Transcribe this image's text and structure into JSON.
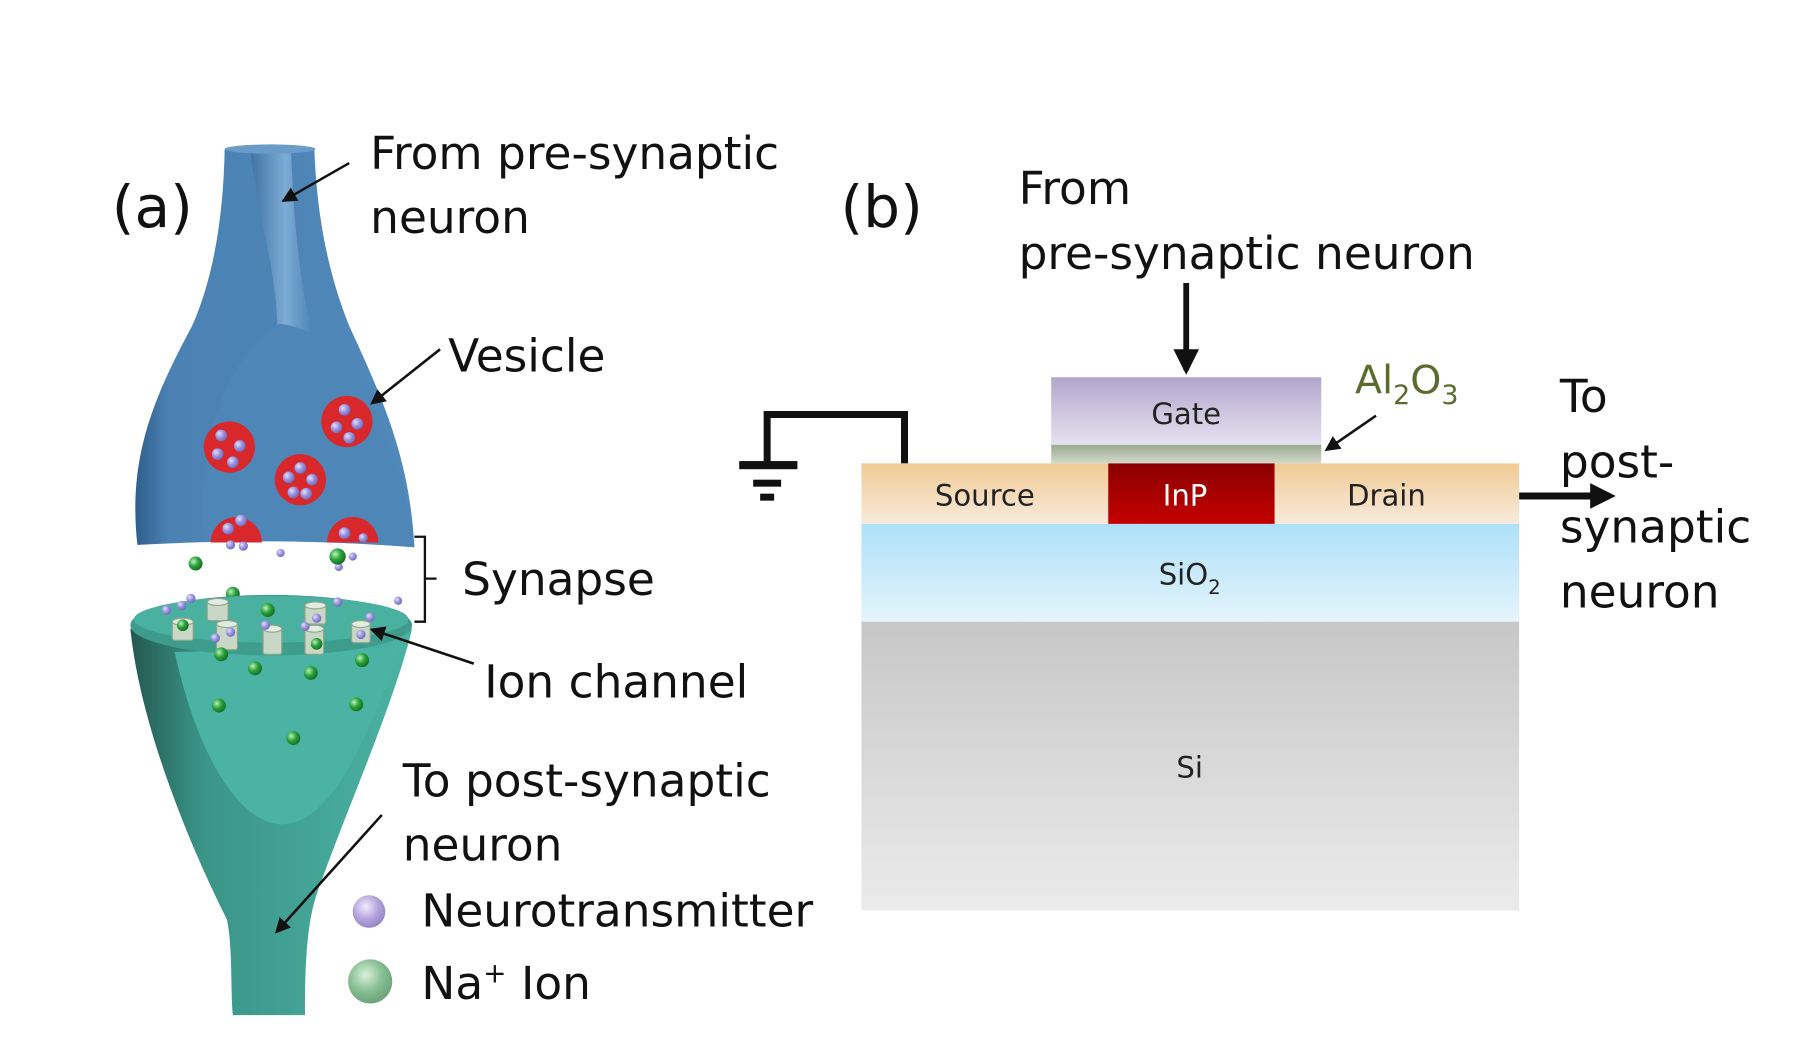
{
  "figure": {
    "panel_a": {
      "label": "(a)",
      "annotations": {
        "from_pre_line1": "From pre-synaptic",
        "from_pre_line2": "neuron",
        "vesicle": "Vesicle",
        "synapse": "Synapse",
        "ion_channel": "Ion channel",
        "to_post_line1": "To post-synaptic",
        "to_post_line2": "neuron"
      },
      "legend": [
        {
          "name": "Neurotransmitter",
          "color": "#a99ad6",
          "text": "Neurotransmitter"
        },
        {
          "name": "Na+ Ion",
          "color": "#7fb58c",
          "text_main": "Na",
          "text_sup": "+",
          "text_tail": " Ion"
        }
      ],
      "colors": {
        "presynaptic": "#4f86b8",
        "postsynaptic": "#4db6a6",
        "vesicle": "#d8282b",
        "neurotransmitter": "#9b95e0",
        "na_ion": "#2aa33a"
      }
    },
    "panel_b": {
      "label": "(b)",
      "input_label_line1": "From",
      "input_label_line2": "pre-synaptic neuron",
      "output_label_lines": [
        "To",
        "post-",
        "synaptic",
        "neuron"
      ],
      "layers": {
        "gate": "Gate",
        "oxide_base": "Al",
        "oxide_sub1": "2",
        "oxide_mid": "O",
        "oxide_sub2": "3",
        "source": "Source",
        "channel": "InP",
        "drain": "Drain",
        "box_base": "SiO",
        "box_sub": "2",
        "substrate": "Si"
      },
      "colors": {
        "gate": "#b6a8cf",
        "oxide": "#a9b7a0",
        "source_drain": "#f1cd9a",
        "channel": "#b80000",
        "sio2": "#b3e2f8",
        "si": "#c8c8c8",
        "al2o3_label": "#5b6b2e"
      }
    }
  }
}
